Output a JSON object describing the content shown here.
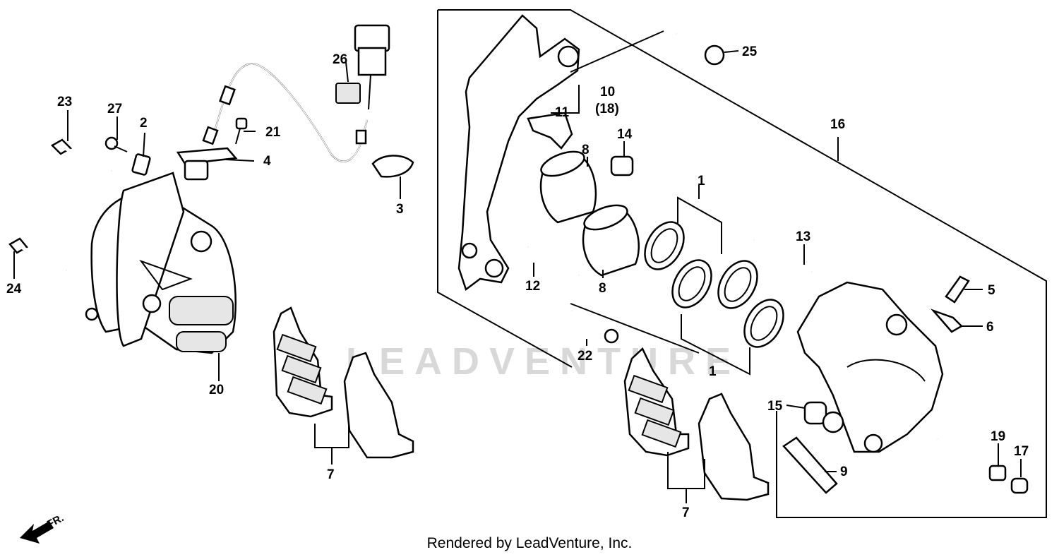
{
  "diagram": {
    "watermark": "LEADVENTURE",
    "front_marker": "FR.",
    "footer": "Rendered by LeadVenture, Inc.",
    "callouts": {
      "c1a": "1",
      "c1b": "1",
      "c2": "2",
      "c3": "3",
      "c4": "4",
      "c5": "5",
      "c6": "6",
      "c7a": "7",
      "c7b": "7",
      "c8a": "8",
      "c8b": "8",
      "c9": "9",
      "c10": "10",
      "c18": "(18)",
      "c11": "11",
      "c12": "12",
      "c13": "13",
      "c14": "14",
      "c15": "15",
      "c16": "16",
      "c17": "17",
      "c19": "19",
      "c20": "20",
      "c21": "21",
      "c22": "22",
      "c23": "23",
      "c24": "24",
      "c25": "25",
      "c26": "26",
      "c27": "27"
    }
  }
}
